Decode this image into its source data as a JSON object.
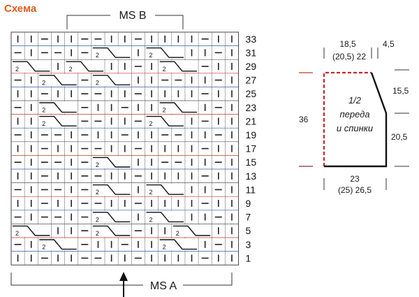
{
  "title": "Схема",
  "chart": {
    "top_label": "MS B",
    "bottom_label": "MS A",
    "row_numbers": [
      "33",
      "31",
      "29",
      "27",
      "25",
      "23",
      "21",
      "19",
      "17",
      "15",
      "13",
      "11",
      "9",
      "7",
      "5",
      "3",
      "1"
    ],
    "cross_marker": "2"
  },
  "schematic": {
    "top_widths": "18,5",
    "top_widths_sizes": "(20,5)  22",
    "shoulder": "4,5",
    "armhole": "15,5",
    "total_height": "36",
    "side_height": "20,5",
    "bottom_width": "23",
    "bottom_width_sizes": "(25)  26,5",
    "label_line1": "1/2",
    "label_line2": "переда",
    "label_line3": "и спинки"
  },
  "colors": {
    "title": "#e15a1f",
    "grid": "#444444",
    "line_color_a": "#d32f2f",
    "line_color_b": "#1f5fb0"
  }
}
